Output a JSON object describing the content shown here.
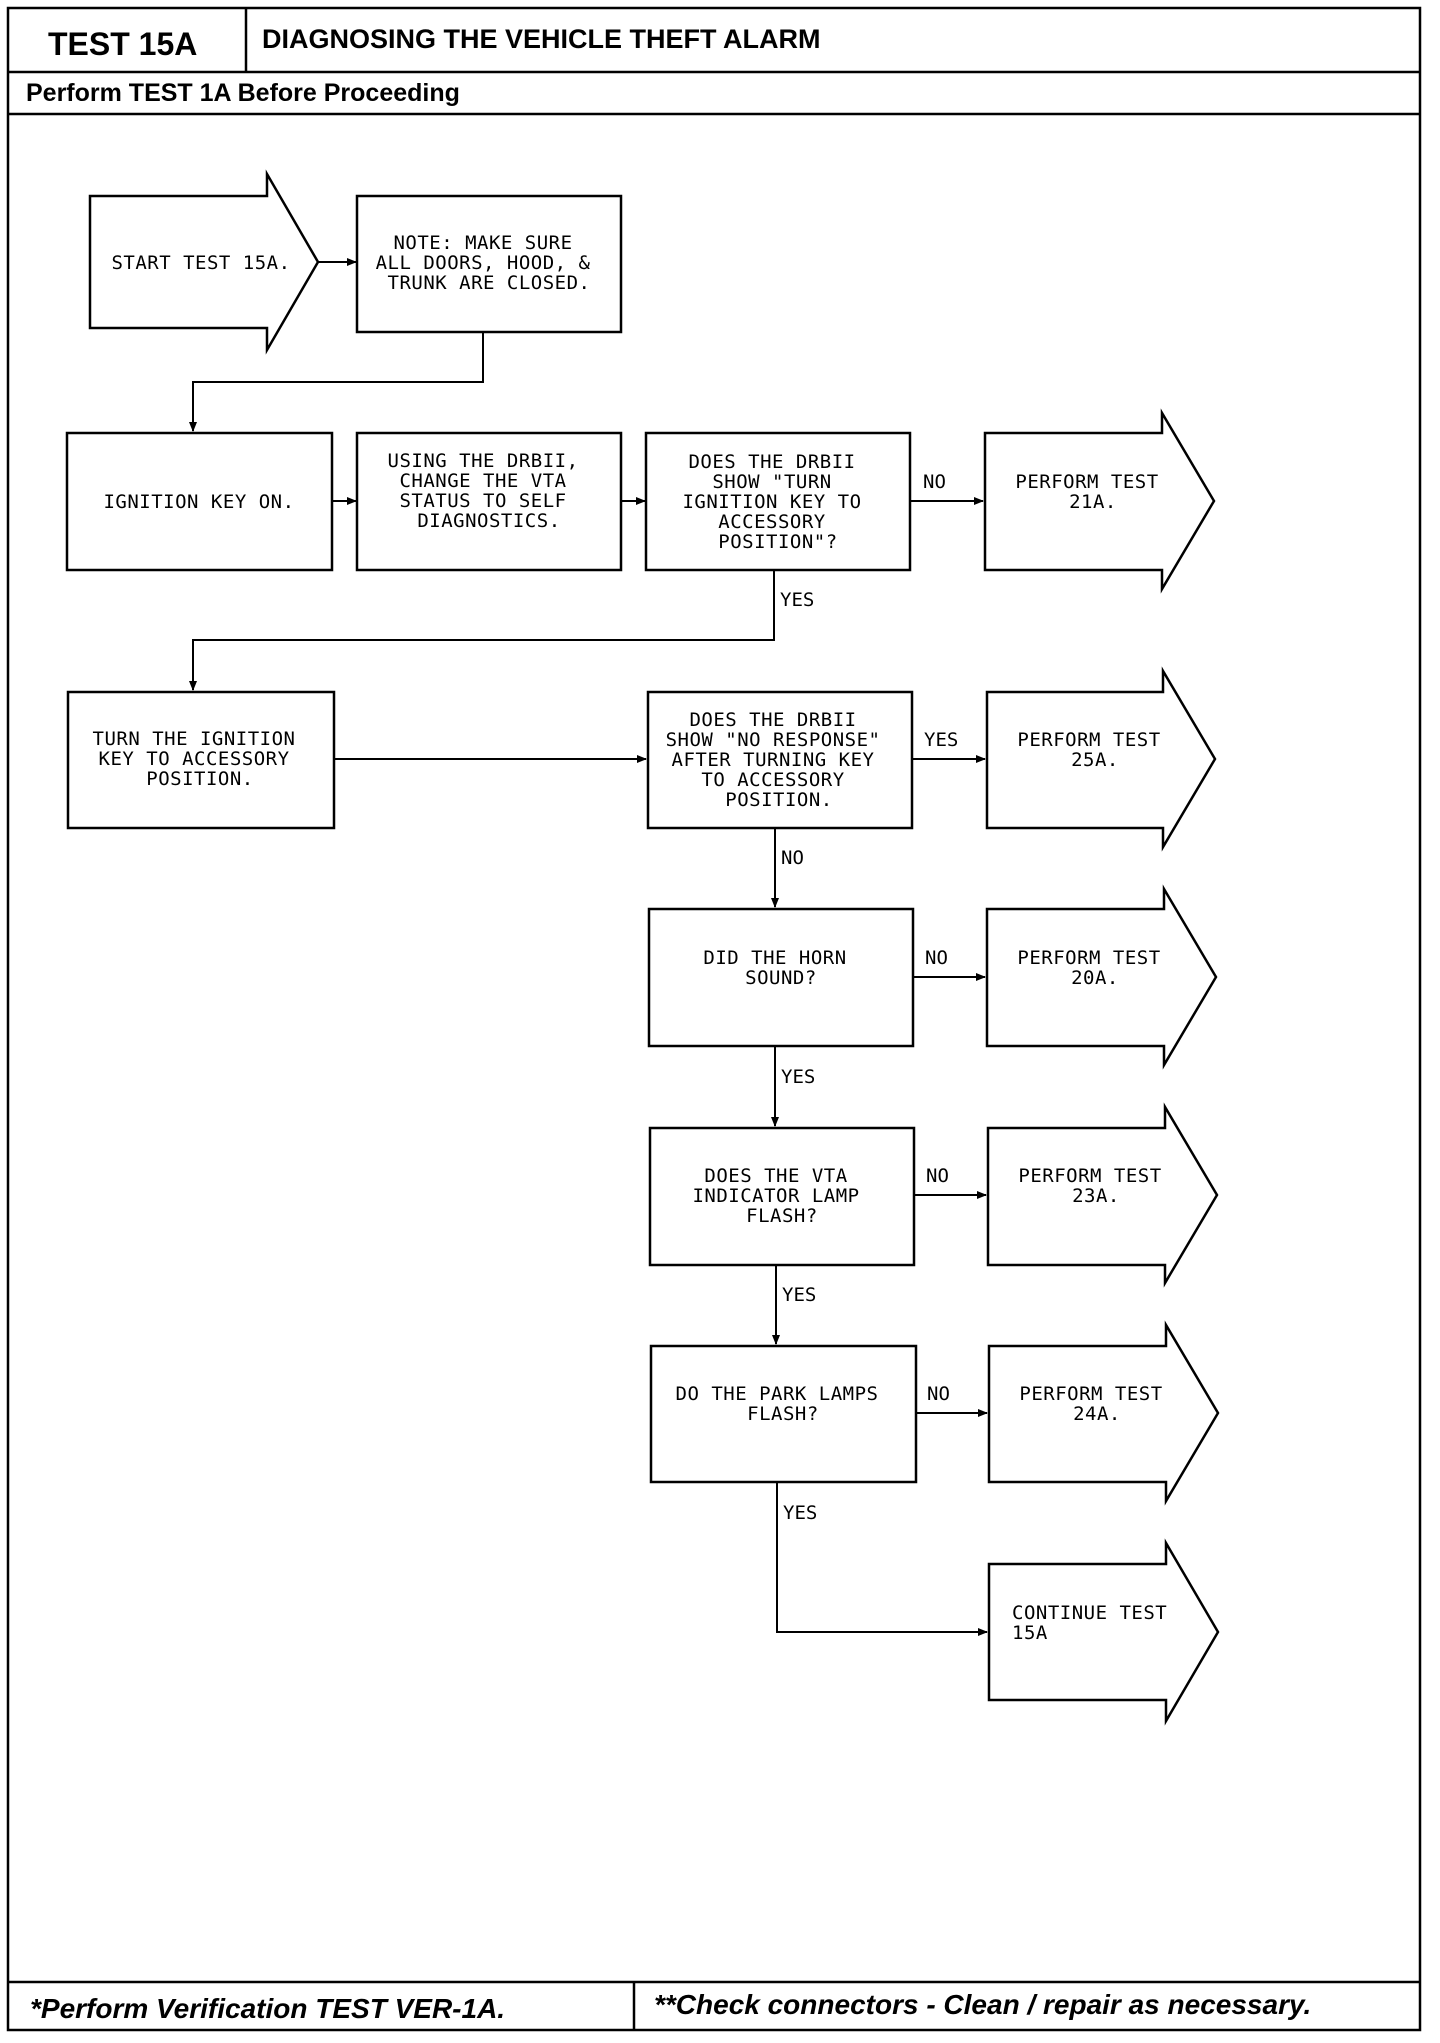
{
  "header": {
    "test_id": "TEST 15A",
    "title": "DIAGNOSING THE VEHICLE THEFT ALARM",
    "prerequisite": "Perform TEST 1A Before Proceeding"
  },
  "flowchart": {
    "start": [
      "START TEST 15A."
    ],
    "note": [
      "NOTE: MAKE SURE",
      "ALL DOORS, HOOD, &",
      "TRUNK ARE CLOSED."
    ],
    "ignition_on": [
      "IGNITION KEY ON."
    ],
    "change_status": [
      "USING THE DRBII,",
      "CHANGE THE VTA",
      "STATUS TO SELF",
      "DIAGNOSTICS."
    ],
    "q_turn_key": [
      "DOES THE DRBII",
      "SHOW \"TURN",
      "IGNITION KEY TO",
      "ACCESSORY",
      "POSITION\"?"
    ],
    "turn_key": [
      "TURN THE IGNITION",
      "KEY TO ACCESSORY",
      "POSITION."
    ],
    "q_no_response": [
      "DOES THE DRBII",
      "SHOW \"NO RESPONSE\"",
      "AFTER TURNING KEY",
      "TO ACCESSORY",
      "POSITION."
    ],
    "q_horn": [
      "DID THE HORN",
      "SOUND?"
    ],
    "q_lamp": [
      "DOES THE VTA",
      "INDICATOR LAMP",
      "FLASH?"
    ],
    "q_park": [
      "DO THE PARK LAMPS",
      "FLASH?"
    ],
    "out_21a": [
      "PERFORM TEST",
      "21A."
    ],
    "out_25a": [
      "PERFORM TEST",
      "25A."
    ],
    "out_20a": [
      "PERFORM TEST",
      "20A."
    ],
    "out_23a": [
      "PERFORM TEST",
      "23A."
    ],
    "out_24a": [
      "PERFORM TEST",
      "24A."
    ],
    "out_continue": [
      "CONTINUE TEST",
      "15A"
    ],
    "labels": {
      "no": "NO",
      "yes": "YES"
    }
  },
  "footer": {
    "left": "*Perform Verification TEST VER-1A.",
    "right": "**Check connectors - Clean / repair as necessary."
  }
}
